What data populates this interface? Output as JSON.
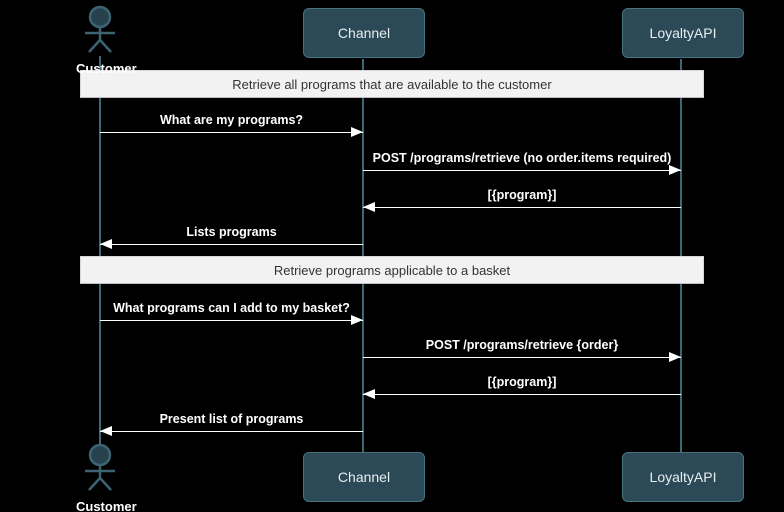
{
  "participants": [
    {
      "name": "Customer",
      "type": "actor"
    },
    {
      "name": "Channel",
      "type": "box"
    },
    {
      "name": "LoyaltyAPI",
      "type": "box"
    }
  ],
  "sections": [
    {
      "label": "Retrieve all programs that are available to the customer"
    },
    {
      "label": "Retrieve programs applicable to a basket"
    }
  ],
  "messages": [
    {
      "from": "Customer",
      "to": "Channel",
      "direction": "right",
      "label": "What are my programs?"
    },
    {
      "from": "Channel",
      "to": "LoyaltyAPI",
      "direction": "right",
      "label": "POST /programs/retrieve (no order.items required)"
    },
    {
      "from": "LoyaltyAPI",
      "to": "Channel",
      "direction": "left",
      "label": "[{program}]"
    },
    {
      "from": "Channel",
      "to": "Customer",
      "direction": "left",
      "label": "Lists programs"
    },
    {
      "from": "Customer",
      "to": "Channel",
      "direction": "right",
      "label": "What programs can I add to my basket?"
    },
    {
      "from": "Channel",
      "to": "LoyaltyAPI",
      "direction": "right",
      "label": "POST /programs/retrieve {order}"
    },
    {
      "from": "LoyaltyAPI",
      "to": "Channel",
      "direction": "left",
      "label": "[{program}]"
    },
    {
      "from": "Channel",
      "to": "Customer",
      "direction": "left",
      "label": "Present list of programs"
    }
  ],
  "colors": {
    "background": "#000000",
    "participant_fill": "#2b4956",
    "participant_border": "#47737f",
    "lifeline": "#3a6a78",
    "section_band_fill": "#f2f2f2",
    "section_band_text": "#333333",
    "message_text": "#ffffff",
    "arrow": "#ffffff"
  }
}
